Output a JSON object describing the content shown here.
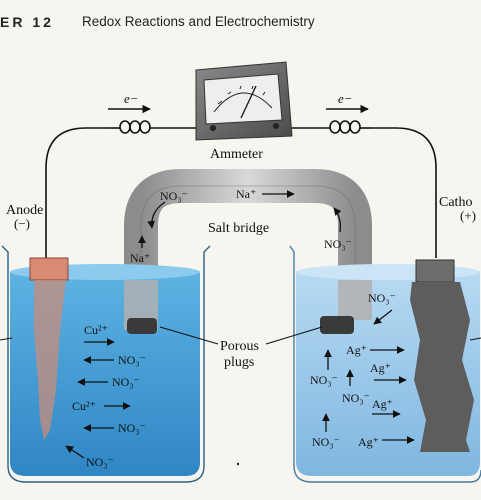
{
  "header": {
    "chapter": "ER 12",
    "title": "Redox Reactions and Electrochemistry"
  },
  "labels": {
    "electron_left": "e−",
    "electron_right": "e−",
    "ammeter": "Ammeter",
    "anode": "Anode",
    "anode_sign": "(−)",
    "cathode": "Catho",
    "cathode_sign": "(+)",
    "salt_bridge": "Salt bridge",
    "porous_line1": "Porous",
    "porous_line2": "plugs"
  },
  "bridge_ions": {
    "no3_left": "NO₃⁻",
    "na_top": "Na⁺",
    "na_left": "Na⁺",
    "no3_right": "NO₃⁻"
  },
  "left_ions": {
    "cu1": "Cu²⁺",
    "no3_1": "NO₃⁻",
    "no3_2": "NO₃⁻",
    "cu2": "Cu²⁺",
    "no3_3": "NO₃⁻",
    "no3_4": "NO₃⁻"
  },
  "right_ions": {
    "no3_top": "NO₃⁻",
    "ag1": "Ag⁺",
    "ag2": "Ag⁺",
    "no3_mid": "NO₃⁻",
    "no3_mid2": "NO₃⁻",
    "ag3": "Ag⁺",
    "no3_bot": "NO₃⁻",
    "ag4": "Ag⁺"
  },
  "colors": {
    "solution_left": "#3f9ed6",
    "solution_right": "#9cc9ea",
    "copper": "#d98a74",
    "silver": "#6d6d6b",
    "bridge": "#a9a9a9",
    "meter": "#6b6b6b"
  }
}
